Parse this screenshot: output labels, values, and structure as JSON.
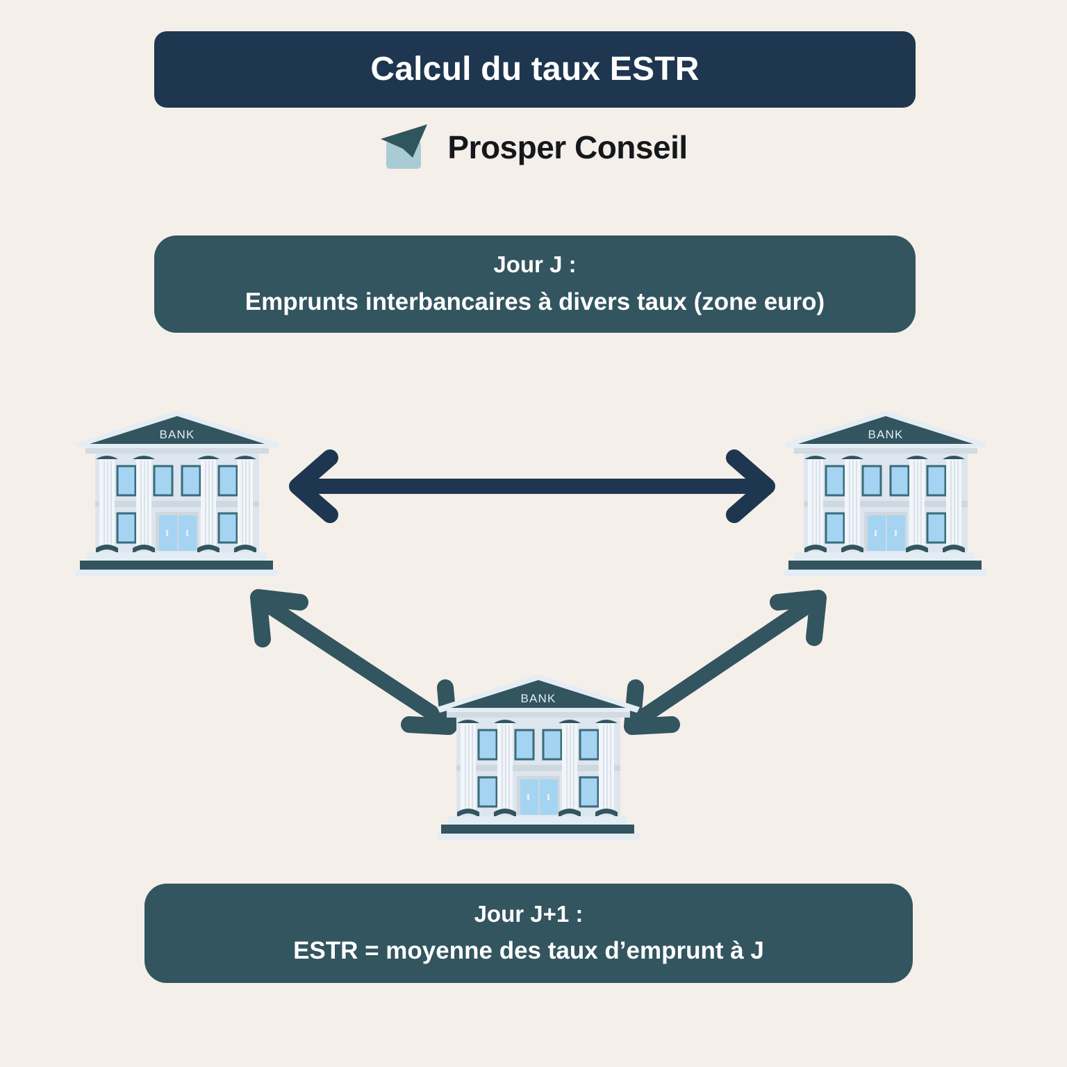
{
  "page": {
    "background_color": "#F5EFE9"
  },
  "title_banner": {
    "text": "Calcul du taux ESTR",
    "background_color": "#1E3650",
    "text_color": "#FFFFFF"
  },
  "logo": {
    "icon_name": "paper-plane-logo",
    "brand_name": "Prosper Conseil",
    "plane_color": "#2F555E",
    "card_color": "#A9CBD3",
    "text_color": "#14181C"
  },
  "banner_top": {
    "line1": "Jour J :",
    "line2": "Emprunts interbancaires à divers taux (zone euro)",
    "background_color": "#32555F",
    "text_color": "#FFFFFF"
  },
  "banner_bottom": {
    "line1": "Jour J+1 :",
    "line2": "ESTR = moyenne des taux d’emprunt à J",
    "background_color": "#32555F",
    "text_color": "#FFFFFF"
  },
  "banks": [
    {
      "id": "bank-left",
      "label": "BANK",
      "position": "top-left"
    },
    {
      "id": "bank-right",
      "label": "BANK",
      "position": "top-right"
    },
    {
      "id": "bank-center",
      "label": "BANK",
      "position": "bottom-center"
    }
  ],
  "bank_colors": {
    "roof_light": "#E4EDF4",
    "pediment": "#32555F",
    "wall": "#DDE6EF",
    "wall_shadow": "#CFD8DF",
    "column_light": "#F2F6FA",
    "column_cap": "#32555F",
    "window": "#A4D4F2",
    "window_frame": "#3A6B7A",
    "base_bar": "#32555F",
    "label_text": "#E4EDF4"
  },
  "arrows": [
    {
      "id": "arrow-horizontal",
      "direction": "bidirectional",
      "color": "#1E3650",
      "from": "bank-left",
      "to": "bank-right"
    },
    {
      "id": "arrow-diagonal-left",
      "direction": "bidirectional",
      "color": "#32555F",
      "from": "bank-left",
      "to": "bank-center"
    },
    {
      "id": "arrow-diagonal-right",
      "direction": "bidirectional",
      "color": "#32555F",
      "from": "bank-center",
      "to": "bank-right"
    }
  ]
}
